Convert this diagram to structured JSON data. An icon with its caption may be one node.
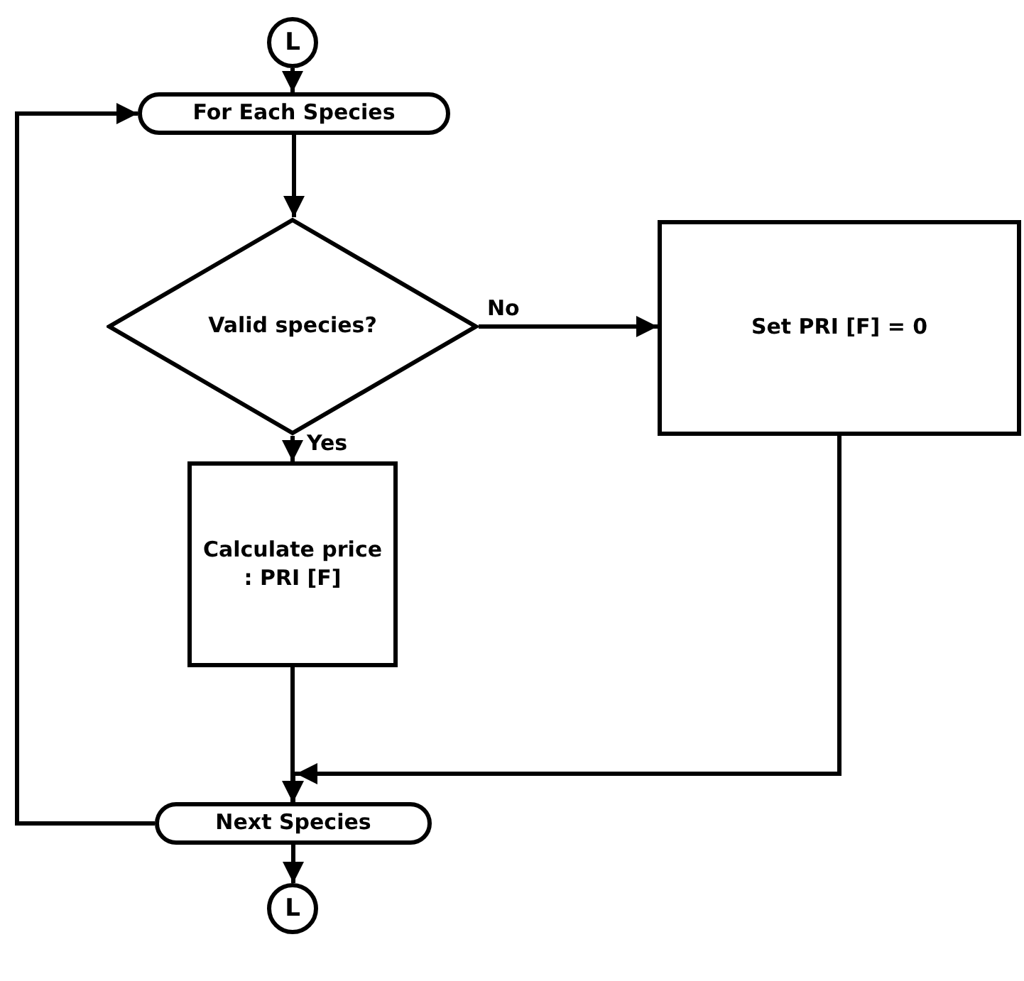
{
  "diagram": {
    "nodes": [
      {
        "text": [
          "L"
        ]
      },
      {
        "text": [
          "For Each Species"
        ]
      },
      {
        "text": [
          "Valid species?"
        ]
      },
      {
        "text": [
          "Set PRI [F] = 0"
        ]
      },
      {
        "text": [
          "Calculate price : PRI [F]"
        ]
      },
      {
        "text": [
          "Next Species"
        ]
      },
      {
        "text": [
          "L"
        ]
      }
    ],
    "edges": [
      {
        "from": 0,
        "to": 1,
        "arrow": "to"
      },
      {
        "from": 1,
        "to": 2,
        "arrow": "to"
      },
      {
        "from": 2,
        "to": 3,
        "arrow": "to",
        "label": "No"
      },
      {
        "from": 2,
        "to": 4,
        "arrow": "to",
        "label": "Yes"
      },
      {
        "from": 4,
        "to": 5,
        "arrow": "to"
      },
      {
        "from": 3,
        "to": 5,
        "arrow": "to"
      },
      {
        "from": 5,
        "to": 1,
        "arrow": "to"
      },
      {
        "from": 5,
        "to": 6,
        "arrow": "to"
      }
    ]
  }
}
